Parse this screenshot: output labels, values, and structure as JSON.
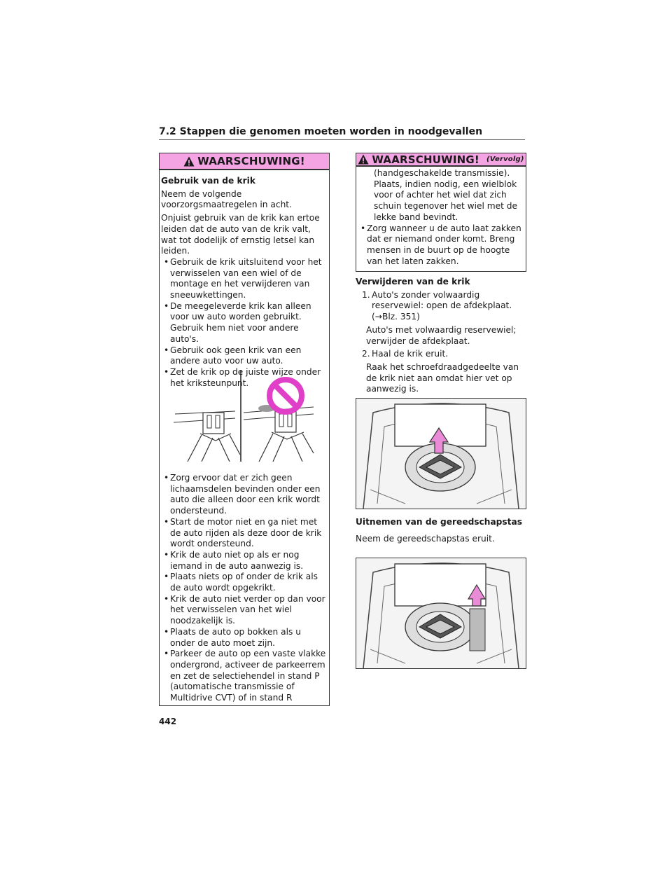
{
  "section_title": "7.2  Stappen die genomen moeten worden in noodgevallen",
  "warning1": {
    "title": "WAARSCHUWING!",
    "heading": "Gebruik van de krik",
    "intro1": "Neem de volgende voorzorgsmaatregelen in acht.",
    "intro2": "Onjuist gebruik van de krik kan ertoe leiden dat de auto van de krik valt, wat tot dodelijk of ernstig letsel kan leiden.",
    "bullets_a": [
      "Gebruik de krik uitsluitend voor het verwisselen van een wiel of de montage en het verwijderen van sneeuwkettingen.",
      "De meegeleverde krik kan alleen voor uw auto worden gebruikt. Gebruik hem niet voor andere auto's.",
      "Gebruik ook geen krik van een andere auto voor uw auto.",
      "Zet de krik op de juiste wijze onder het kriksteunpunt."
    ],
    "bullets_b": [
      "Zorg ervoor dat er zich geen lichaamsdelen bevinden onder een auto die alleen door een krik wordt ondersteund.",
      "Start de motor niet en ga niet met de auto rijden als deze door de krik wordt ondersteund.",
      "Krik de auto niet op als er nog iemand in de auto aanwezig is.",
      "Plaats niets op of onder de krik als de auto wordt opgekrikt.",
      "Krik de auto niet verder op dan voor het verwisselen van het wiel noodzakelijk is.",
      "Plaats de auto op bokken als u onder de auto moet zijn.",
      "Parkeer de auto op een vaste vlakke ondergrond, activeer de parkeerrem en zet de selectiehendel in stand P (automatische transmissie of Multidrive CVT) of in stand R"
    ]
  },
  "warning2": {
    "title": "WAARSCHUWING!",
    "continued": "(Vervolg)",
    "cont_text": "(handgeschakelde transmissie). Plaats, indien nodig, een wielblok voor of achter het wiel dat zich schuin tegenover het wiel met de lekke band bevindt.",
    "bullet": "Zorg wanneer u de auto laat zakken dat er niemand onder komt. Breng mensen in de buurt op de hoogte van het laten zakken."
  },
  "removal": {
    "heading": "Verwijderen van de krik",
    "step1_num": "1.",
    "step1": "Auto's zonder volwaardig reservewiel: open de afdekplaat. (→Blz. 351)",
    "step1b": "Auto's met volwaardig reservewiel; verwijder de afdekplaat.",
    "step2_num": "2.",
    "step2": "Haal de krik eruit.",
    "step2b": "Raak het schroefdraadgedeelte van de krik niet aan omdat hier vet op aanwezig is."
  },
  "toolbag": {
    "heading": "Uitnemen van de gereedschapstas",
    "text": "Neem de gereedschapstas eruit."
  },
  "page_number": "442",
  "colors": {
    "warning_bar": "#f4a3e3",
    "prohibit": "#e040c8",
    "arrow": "#e98bd6"
  }
}
